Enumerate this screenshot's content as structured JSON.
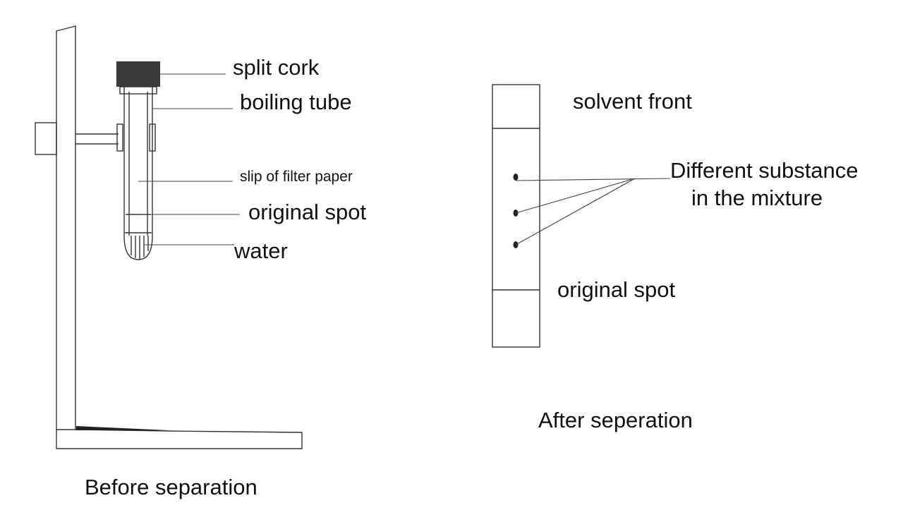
{
  "diagram": {
    "left_panel": {
      "caption": "Before separation",
      "labels": {
        "split_cork": "split cork",
        "boiling_tube": "boiling tube",
        "filter_slip": "slip of filter paper",
        "original_spot": "original spot",
        "water": "water"
      }
    },
    "right_panel": {
      "caption": "After seperation",
      "labels": {
        "solvent_front": "solvent front",
        "substances_line1": "Different substance",
        "substances_line2": "in the mixture",
        "original_spot": "original spot"
      }
    },
    "colors": {
      "ink": "#111111",
      "cork": "#3a3a3a",
      "line": "#333333"
    }
  }
}
